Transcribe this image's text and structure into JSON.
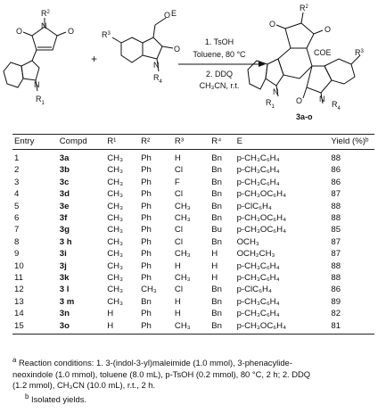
{
  "scheme": {
    "reagent1_label_R2": "R",
    "r2_sup": "2",
    "reagent1_label_R1": "R",
    "r1_sup": "1",
    "plus": "+",
    "reagent2_label_R3": "R",
    "r3_sup": "3",
    "reagent2_label_R4": "R",
    "r4_sup": "4",
    "E": "E",
    "O": "O",
    "N": "N",
    "cond1": "1. TsOH",
    "cond2": "Toluene, 80 °C",
    "cond3": "2. DDQ",
    "cond4": "CH₃CN, r.t.",
    "COE": "COE",
    "product_label": "3a-o"
  },
  "table": {
    "headers": [
      "Entry",
      "Compd",
      "R¹",
      "R²",
      "R³",
      "R⁴",
      "E",
      "Yield (%)ᵇ"
    ],
    "rows": [
      [
        "1",
        "3a",
        "CH₃",
        "Ph",
        "H",
        "Bn",
        "p-CH₃C₆H₄",
        "88"
      ],
      [
        "2",
        "3b",
        "CH₃",
        "Ph",
        "Cl",
        "Bn",
        "p-CH₃C₆H₄",
        "86"
      ],
      [
        "3",
        "3c",
        "CH₃",
        "Ph",
        "F",
        "Bn",
        "p-CH₃C₆H₄",
        "86"
      ],
      [
        "4",
        "3d",
        "CH₃",
        "Ph",
        "Cl",
        "Bn",
        "p-CH₃OC₆H₄",
        "87"
      ],
      [
        "5",
        "3e",
        "CH₃",
        "Ph",
        "CH₃",
        "Bn",
        "p-ClC₆H₄",
        "88"
      ],
      [
        "6",
        "3f",
        "CH₃",
        "Ph",
        "CH₃",
        "Bn",
        "p-CH₃OC₆H₄",
        "88"
      ],
      [
        "7",
        "3g",
        "CH₃",
        "Ph",
        "Cl",
        "Bu",
        "p-CH₃OC₆H₄",
        "85"
      ],
      [
        "8",
        "3 h",
        "CH₃",
        "Ph",
        "Cl",
        "Bn",
        "OCH₃",
        "87"
      ],
      [
        "9",
        "3i",
        "CH₃",
        "Ph",
        "CH₃",
        "H",
        "OCH₂CH₃",
        "87"
      ],
      [
        "10",
        "3j",
        "CH₃",
        "Ph",
        "H",
        "H",
        "p-CH₃C₆H₄",
        "88"
      ],
      [
        "11",
        "3k",
        "CH₃",
        "Ph",
        "CH₃",
        "H",
        "p-CH₃C₆H₄",
        "88"
      ],
      [
        "12",
        "3 l",
        "CH₃",
        "CH₃",
        "Cl",
        "Bn",
        "p-ClC₆H₄",
        "86"
      ],
      [
        "13",
        "3 m",
        "CH₃",
        "Bn",
        "H",
        "Bn",
        "p-CH₃C₆H₄",
        "89"
      ],
      [
        "14",
        "3n",
        "H",
        "Ph",
        "H",
        "Bn",
        "p-CH₃C₆H₄",
        "82"
      ],
      [
        "15",
        "3o",
        "H",
        "Ph",
        "CH₃",
        "Bn",
        "p-CH₃OC₆H₄",
        "81"
      ]
    ]
  },
  "notes": {
    "a_marker": "a",
    "a_line1": "Reaction conditions: 1. 3-(indol-3-yl)maleimide (1.0 mmol), 3-phenacylide-",
    "a_line2": "neoxindole (1.0 mmol), toluene (8.0 mL), p-TsOH (0.2 mmol), 80 °C, 2 h; 2. DDQ",
    "a_line3": "(1.2 mmol), CH₃CN (10.0 mL), r.t., 2 h.",
    "b_marker": "b",
    "b_text": "Isolated yields."
  }
}
